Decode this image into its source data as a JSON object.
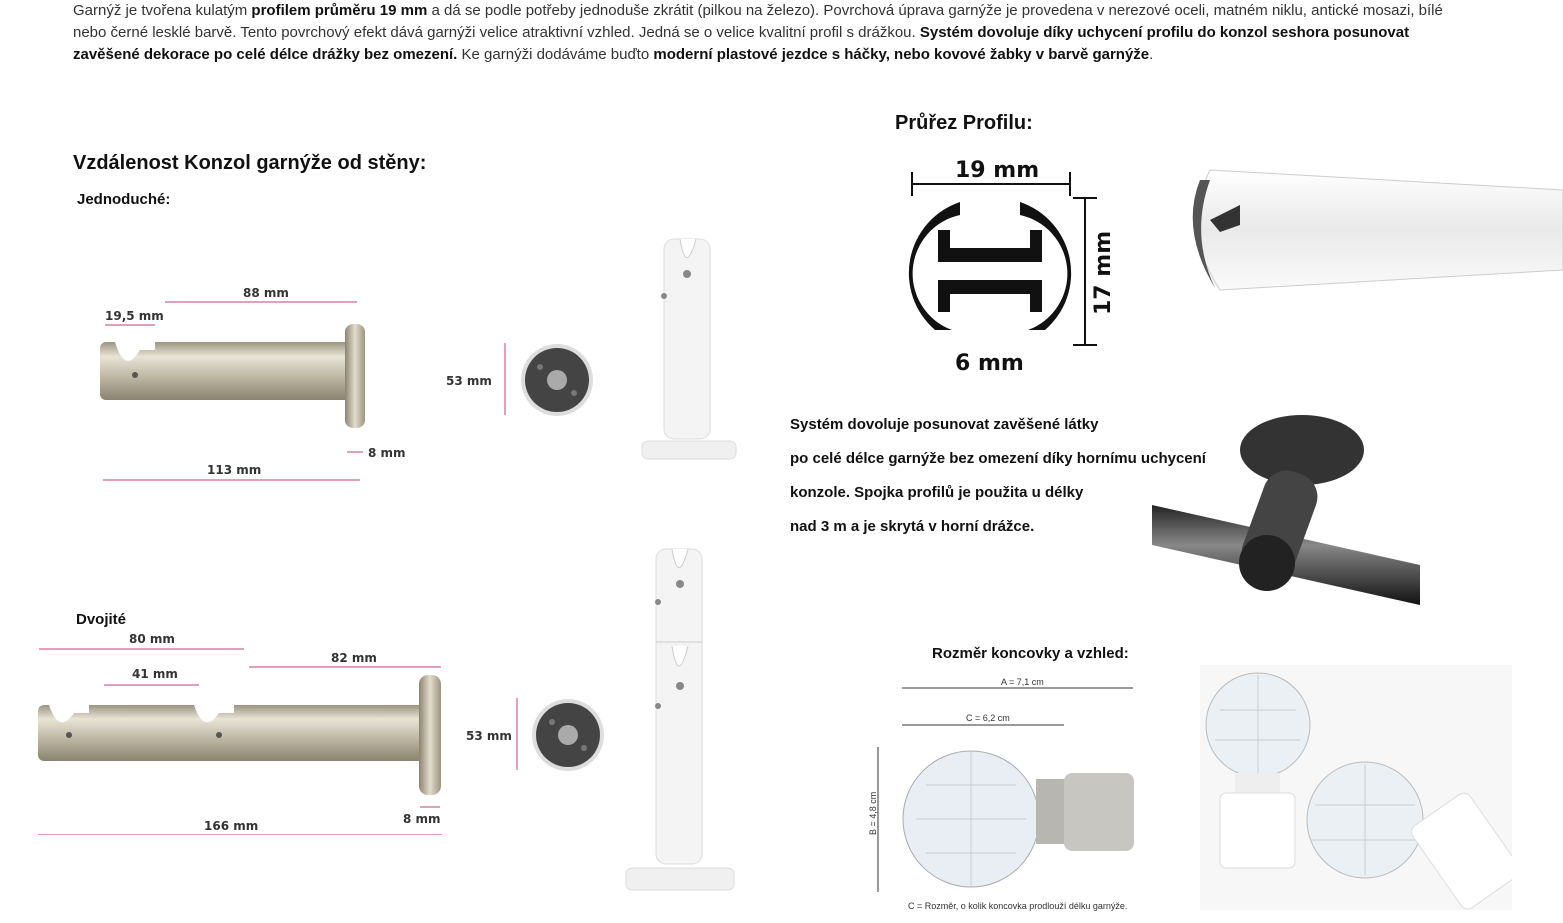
{
  "intro": {
    "p1": "Garnýž je tvořena kulatým ",
    "p1b": "profilem průměru 19 mm",
    "p2": " a dá se podle potřeby jednoduše zkrátit (pilkou na železo). Povrchová úprava garnýže je provedena v nerezové oceli, matném niklu, antické mosazi, bílé nebo černé lesklé barvě. Tento povrchový efekt dává garnýži velice atraktivní vzhled. Jedná se o velice kvalitní profil s drážkou. ",
    "p2b": "Systém dovoluje díky uchycení profilu do konzol seshora posunovat zavěšené dekorace po celé délce drážky bez omezení.",
    "p3": " Ke garnýži dodáváme buďto ",
    "p3b": "moderní plastové jezdce s háčky, nebo kovové žabky v barvě garnýže",
    "p4": "."
  },
  "left": {
    "heading": "Vzdálenost Konzol garnýže od stěny:",
    "single_label": "Jednoduché:",
    "double_label": "Dvojité",
    "single_dims": {
      "top": "88 mm",
      "hook": "19,5 mm",
      "total": "113 mm",
      "plate": "8 mm",
      "diameter": "53 mm"
    },
    "double_dims": {
      "a": "80 mm",
      "b": "41 mm",
      "c": "82 mm",
      "total": "166 mm",
      "plate": "8 mm",
      "diameter": "53 mm"
    }
  },
  "right": {
    "profile_heading": "Průřez Profilu:",
    "profile_dims": {
      "width": "19 mm",
      "height": "17 mm",
      "slot": "6 mm"
    },
    "system_lines": [
      "Systém dovoluje posunovat zavěšené látky",
      "po celé délce garnýže bez omezení díky hornímu uchycení",
      "konzole. Spojka profilů je použita u délky",
      "nad 3 m a je skrytá v horní drážce."
    ],
    "finial_heading": "Rozměr koncovky a vzhled:",
    "finial_dims": {
      "a": "A = 7,1 cm",
      "c": "C = 6,2 cm",
      "b": "B = 4,8 cm",
      "note": "C = Rozměr, o kolik koncovka prodlouží délku garnýže."
    }
  },
  "colors": {
    "accent": "#c0407a",
    "text": "#111111"
  }
}
